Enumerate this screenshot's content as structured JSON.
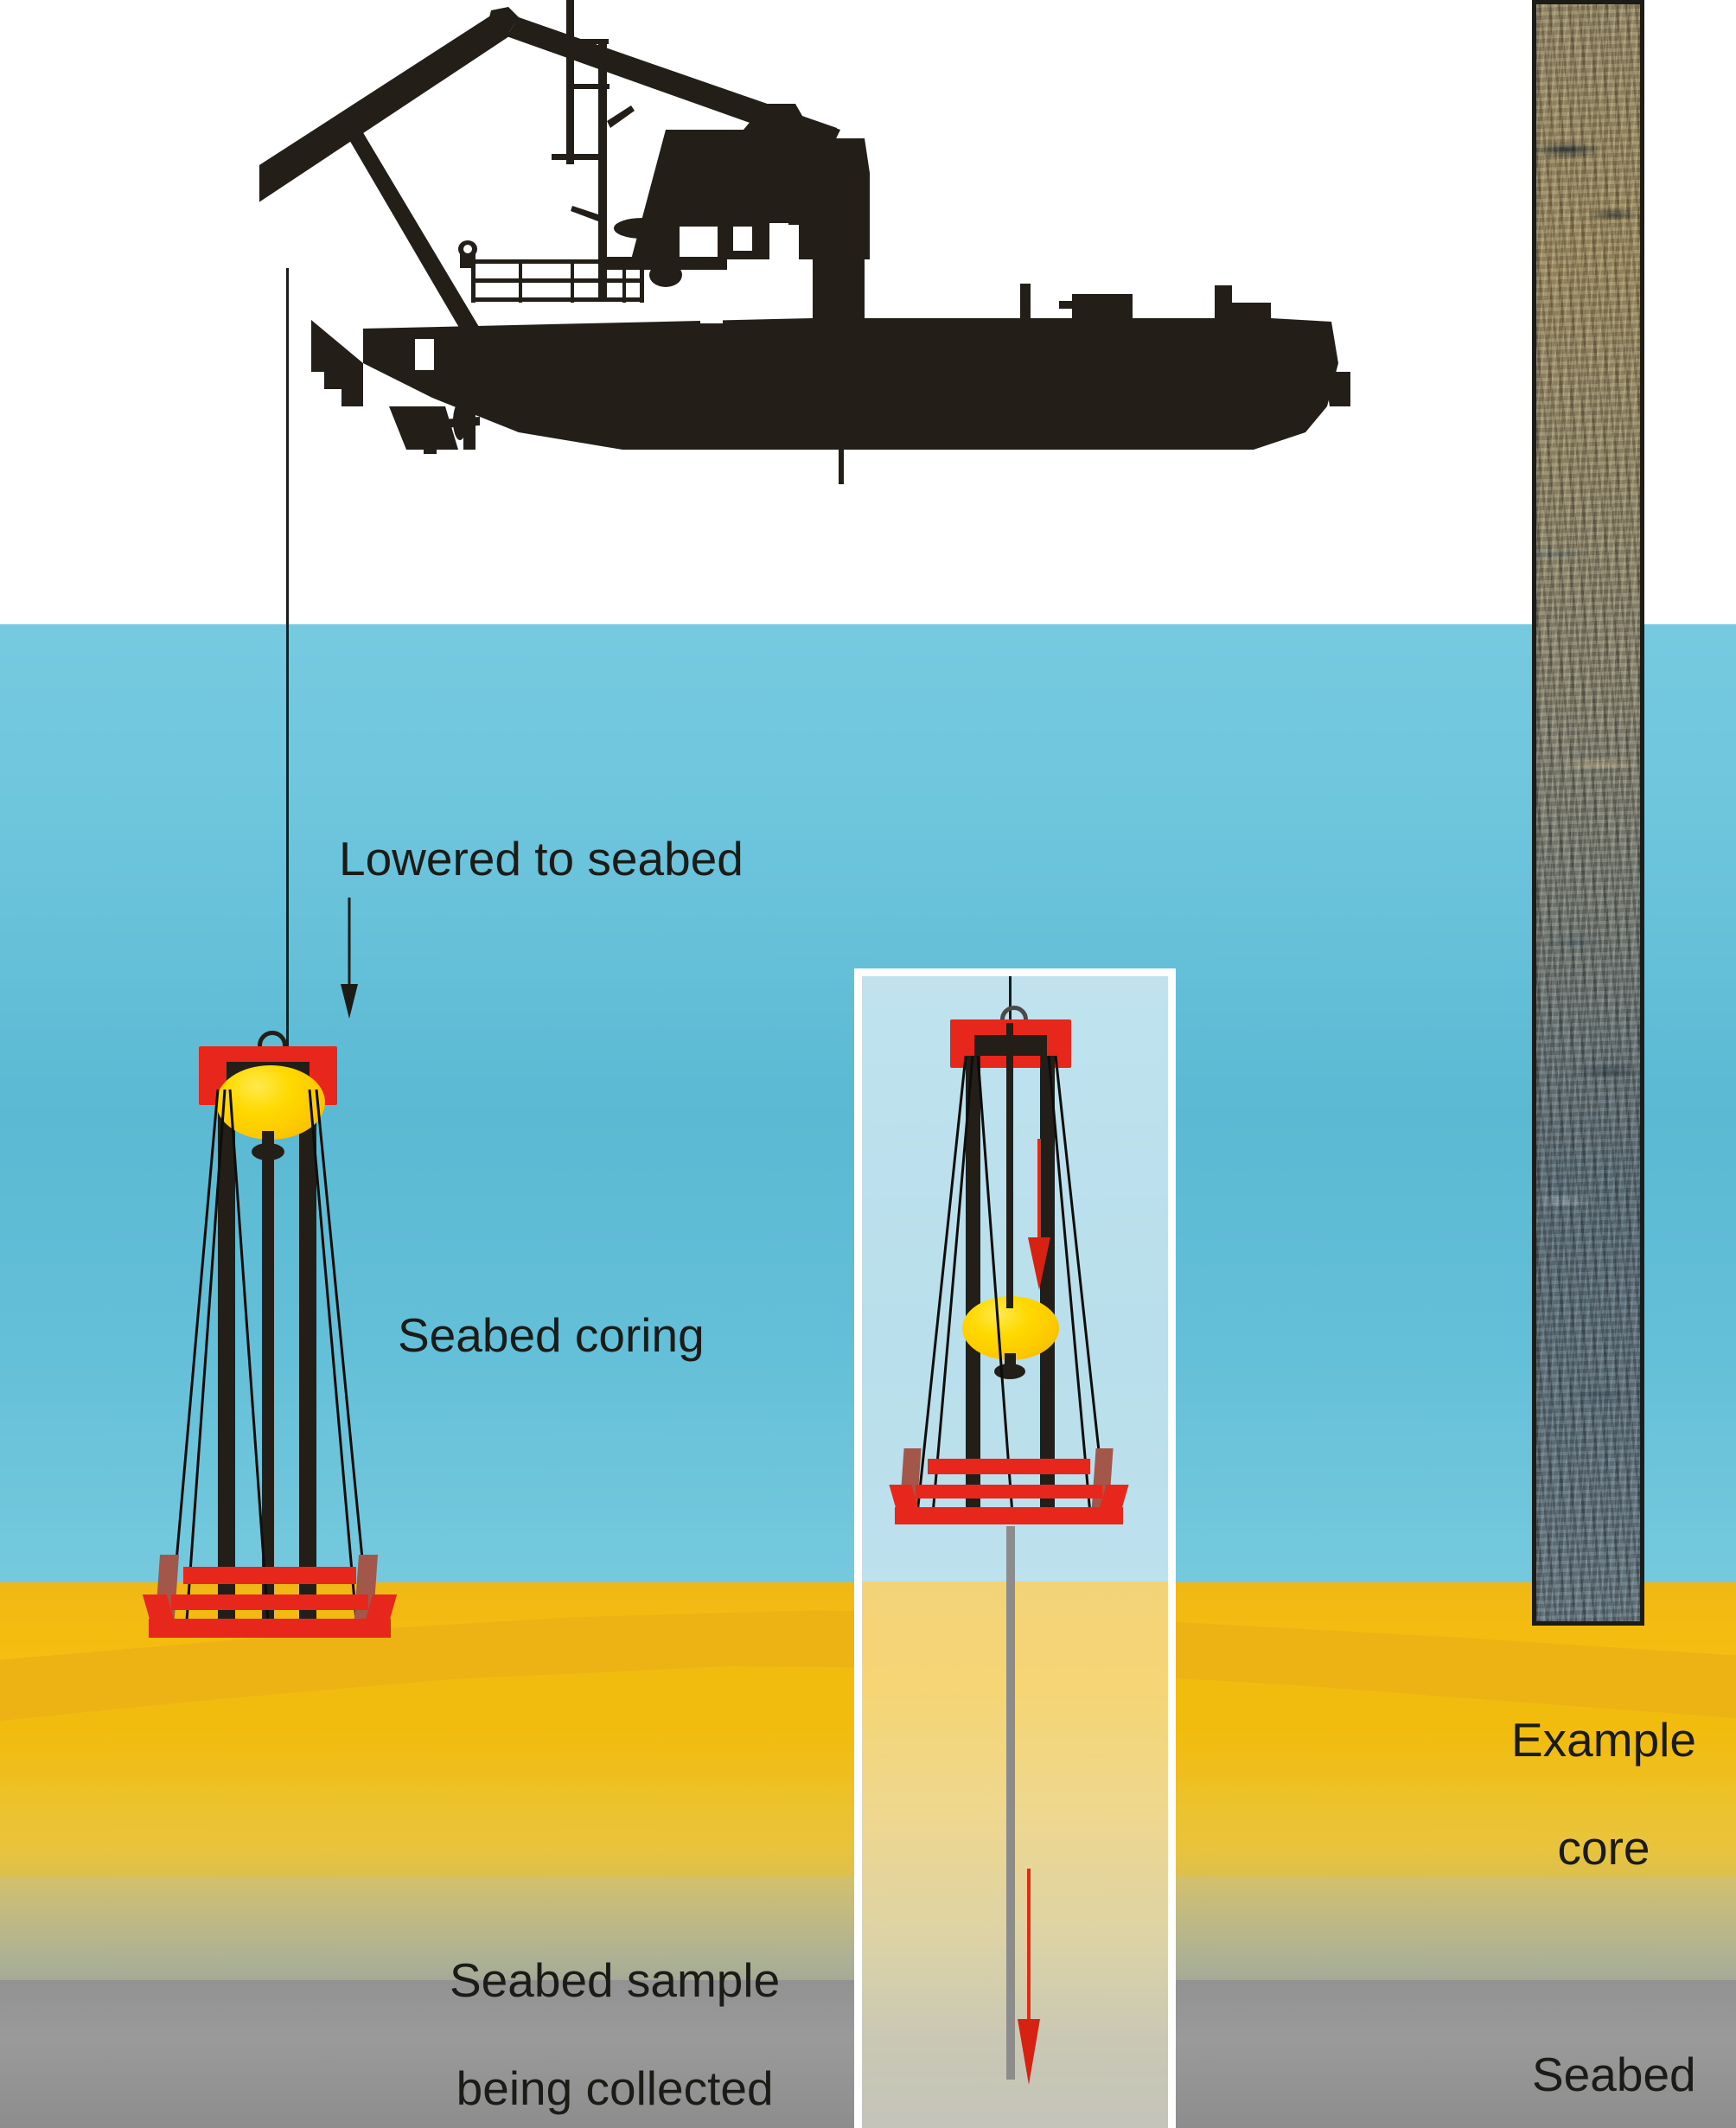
{
  "diagram": {
    "title": "Seabed coring",
    "scene": {
      "sky_color": "#ffffff",
      "water_color": "#6ec6dd",
      "sediment_color": "#f5c315",
      "seabed_floor_color": "#929292",
      "rig_frame_color": "#e8271c",
      "rig_weight_color": "#ffd900",
      "rig_structure_color": "#231f18",
      "arrow_color_black": "#1b1b18",
      "arrow_color_red": "#e02b15",
      "core_tube_color": "#8c8c8c"
    }
  },
  "labels": {
    "lowered_to_seabed": "Lowered to seabed",
    "seabed_coring": "Seabed coring",
    "seabed_sample_line1": "Seabed sample",
    "seabed_sample_line2": "being collected",
    "example_core_line1": "Example",
    "example_core_line2": "core",
    "seabed": "Seabed"
  },
  "icons": {
    "survey_vessel": "ship-silhouette-icon",
    "crane": "crane-boom-icon",
    "winch_cable": "winch-cable-icon",
    "gravity_corer": "gravity-corer-icon",
    "core_weight": "yellow-weight-icon",
    "down_arrow_black": "arrow-down-icon",
    "down_arrow_red": "arrow-down-red-icon",
    "core_sample_photo": "sediment-core-photo-icon"
  },
  "callouts": [
    {
      "name": "lowered-to-seabed",
      "text": "Lowered to seabed",
      "arrow": "down",
      "arrow_color": "#1b1b18"
    },
    {
      "name": "seabed-coring",
      "text": "Seabed coring",
      "arrow": "none",
      "arrow_color": ""
    },
    {
      "name": "sample-collected",
      "text": "Seabed sample being collected",
      "arrow": "none",
      "arrow_color": ""
    },
    {
      "name": "example-core",
      "text": "Example core",
      "arrow": "none",
      "arrow_color": ""
    },
    {
      "name": "seabed-floor",
      "text": "Seabed",
      "arrow": "none",
      "arrow_color": ""
    }
  ],
  "core_photo": {
    "upper_section_color": "#8a7f5e",
    "lower_section_color": "#5b6b73",
    "description_top": "brown mottled sediment",
    "description_bottom": "grey-blue laminated sediment"
  }
}
